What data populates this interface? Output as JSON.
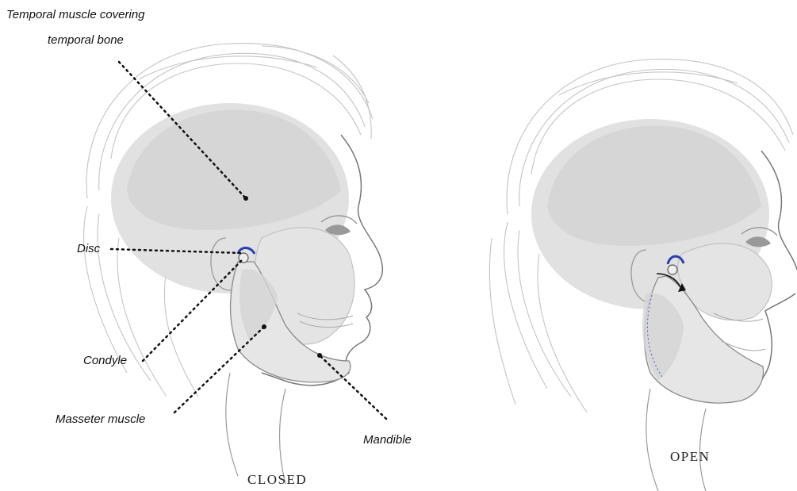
{
  "labels": {
    "temporal_line1": "Temporal muscle covering",
    "temporal_line2": "temporal bone",
    "disc": "Disc",
    "condyle": "Condyle",
    "masseter": "Masseter muscle",
    "mandible": "Mandible"
  },
  "captions": {
    "closed": "CLOSED",
    "open": "OPEN"
  },
  "colors": {
    "disc_arc": "#2a3fb0",
    "arrow": "#111111",
    "skull_shade": "#d9d9d9",
    "hair_line": "#bdbdbd",
    "leader": "#111111"
  }
}
